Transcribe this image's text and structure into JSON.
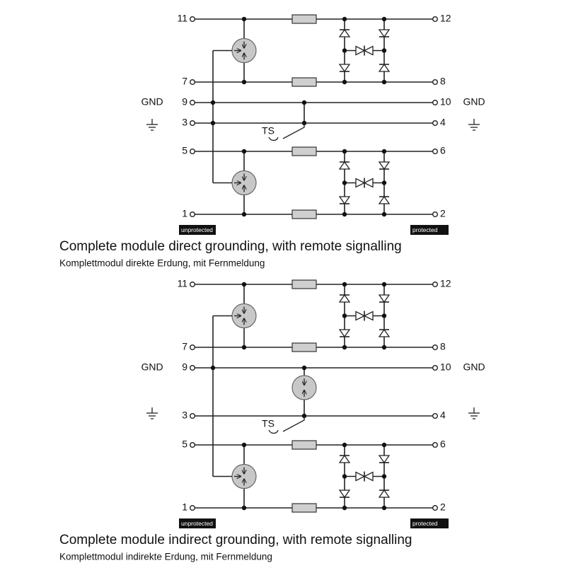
{
  "diagrams": [
    {
      "title": "Complete module direct grounding, with remote signalling",
      "subtitle": "Komplettmodul direkte Erdung, mit Fernmeldung",
      "grounding": "direct",
      "left_terminals": [
        "11",
        "7",
        "9",
        "3",
        "5",
        "1"
      ],
      "right_terminals": [
        "12",
        "8",
        "10",
        "4",
        "6",
        "2"
      ],
      "gnd_left": "GND",
      "gnd_right": "GND",
      "ts_label": "TS",
      "unprotected_label": "unprotected",
      "protected_label": "protected"
    },
    {
      "title": "Complete module indirect grounding, with remote signalling",
      "subtitle": "Komplettmodul indirekte Erdung, mit Fernmeldung",
      "grounding": "indirect",
      "left_terminals": [
        "11",
        "7",
        "9",
        "3",
        "5",
        "1"
      ],
      "right_terminals": [
        "12",
        "8",
        "10",
        "4",
        "6",
        "2"
      ],
      "gnd_left": "GND",
      "gnd_right": "GND",
      "ts_label": "TS",
      "unprotected_label": "unprotected",
      "protected_label": "protected"
    }
  ]
}
